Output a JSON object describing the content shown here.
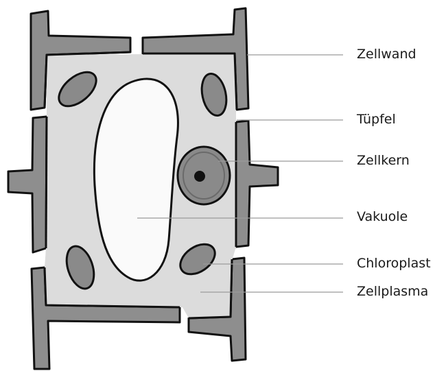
{
  "labels": {
    "zellwand": "Zellwand",
    "tuepfel": "Tüpfel",
    "zellkern": "Zellkern",
    "vakuole": "Vakuole",
    "chloroplast": "Chloroplast",
    "zellplasma": "Zellplasma"
  },
  "colors": {
    "outline": "#111111",
    "wall": "#8e8e8e",
    "cytoplasm": "#dcdcdc",
    "vacuole": "#fafafa",
    "chloroplast": "#8a8a8a",
    "nucleus": "#8a8a8a",
    "leader_line": "#9a9a9a"
  }
}
